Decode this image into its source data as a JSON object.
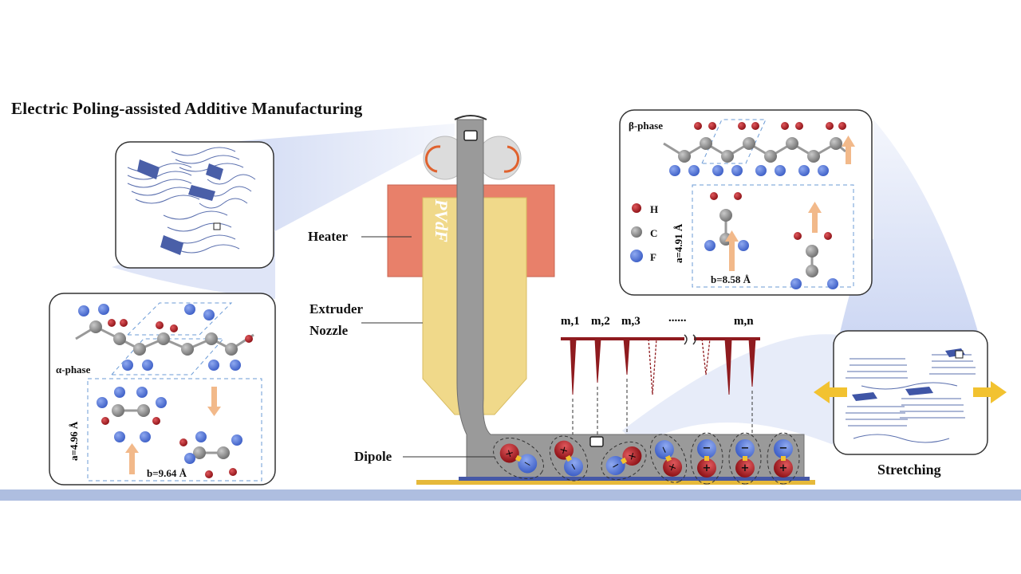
{
  "title": "Electric Poling-assisted Additive Manufacturing",
  "labels": {
    "heater": "Heater",
    "extruder": "Extruder",
    "nozzle": "Nozzle",
    "dipole": "Dipole",
    "stretching": "Stretching",
    "pvdf": "PVdF"
  },
  "beta_phase": {
    "name": "β-phase",
    "legend": [
      "H",
      "C",
      "F"
    ],
    "lattice_a": "a=4.91 Å",
    "lattice_b": "b=8.58 Å"
  },
  "alpha_phase": {
    "name": "α-phase",
    "lattice_a": "a=4.96 Å",
    "lattice_b": "b=9.64 Å"
  },
  "electrodes": [
    "m,1",
    "m,2",
    "m,3",
    "......",
    "m,n"
  ],
  "colors": {
    "hydrogen": "#b01c22",
    "carbon": "#8a8a8a",
    "fluorine": "#4a6fd6",
    "heater": "#e8806a",
    "nozzle": "#f0d98a",
    "filament": "#9a9a9a",
    "substrate": "#e6b93a",
    "floor": "#aebee0",
    "arrow": "#f2c230"
  }
}
